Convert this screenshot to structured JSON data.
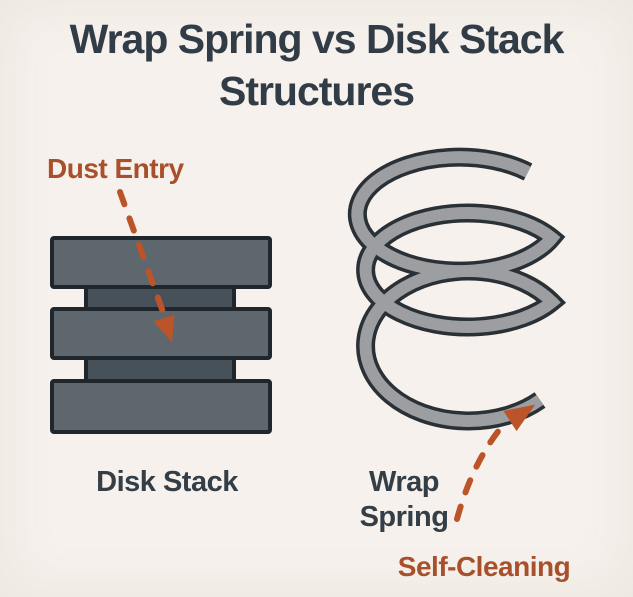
{
  "title": {
    "line1": "Wrap Spring vs Disk Stack",
    "line2": "Structures"
  },
  "annotations": {
    "dust_entry": "Dust Entry",
    "self_cleaning": "Self-Cleaning"
  },
  "figures": {
    "disk_stack_label": "Disk Stack",
    "wrap_spring_label_line1": "Wrap",
    "wrap_spring_label_line2": "Spring"
  },
  "colors": {
    "background": "#f6f1ec",
    "title_text": "#313c46",
    "label_text": "#333e47",
    "accent_text": "#a8502c",
    "arrow": "#bb5429",
    "disk_fill": "#5d676d",
    "disk_spacer_fill": "#46515a",
    "disk_outline": "#1f272d",
    "spring_fill": "#9c9ea1",
    "spring_outline": "#2a3136"
  }
}
